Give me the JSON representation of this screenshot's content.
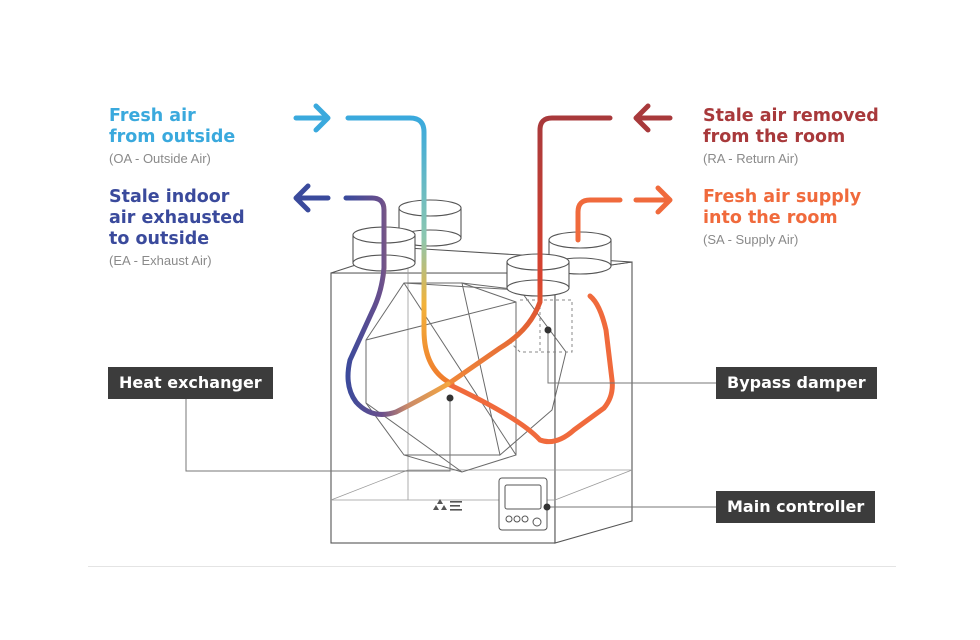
{
  "labels": {
    "oa": {
      "title": "Fresh air\nfrom outside",
      "sub": "(OA - Outside Air)"
    },
    "ea": {
      "title": "Stale indoor\nair exhausted\nto outside",
      "sub": "(EA - Exhaust Air)"
    },
    "ra": {
      "title": "Stale air removed\nfrom the room",
      "sub": "(RA - Return Air)"
    },
    "sa": {
      "title": "Fresh air supply\ninto the room",
      "sub": "(SA - Supply Air)"
    }
  },
  "callouts": {
    "heat_exchanger": "Heat exchanger",
    "bypass_damper": "Bypass damper",
    "main_controller": "Main controller"
  },
  "colors": {
    "oa": "#3aa9dd",
    "ea": "#3a4a9c",
    "ra": "#a8393b",
    "sa": "#f06a3c",
    "callout_bg": "#3c3c3c",
    "outline": "#555555",
    "leader": "#777777"
  }
}
